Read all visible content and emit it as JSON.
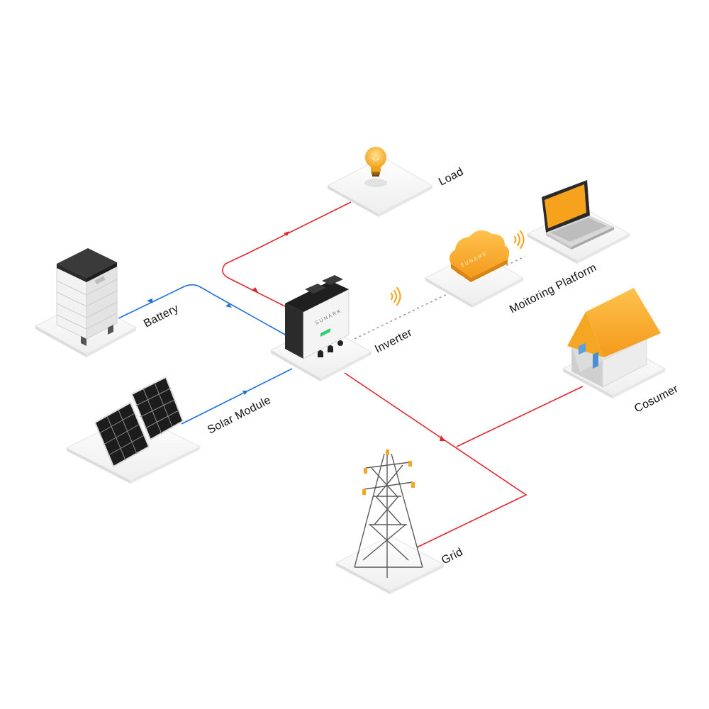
{
  "labels": {
    "load": "Load",
    "monitoring": "Moitoring Platform",
    "battery": "Battery",
    "inverter": "Inverter",
    "solar": "Solar Module",
    "consumer": "Cosumer",
    "grid": "Grid"
  },
  "branding": {
    "inverter_logo": "SUNARK",
    "cloud_logo": "SUNARK"
  },
  "colors": {
    "ac_line": "#e0262c",
    "dc_line": "#1f6fd6",
    "accent": "#f5a623",
    "data_line": "#9a9a9a"
  }
}
